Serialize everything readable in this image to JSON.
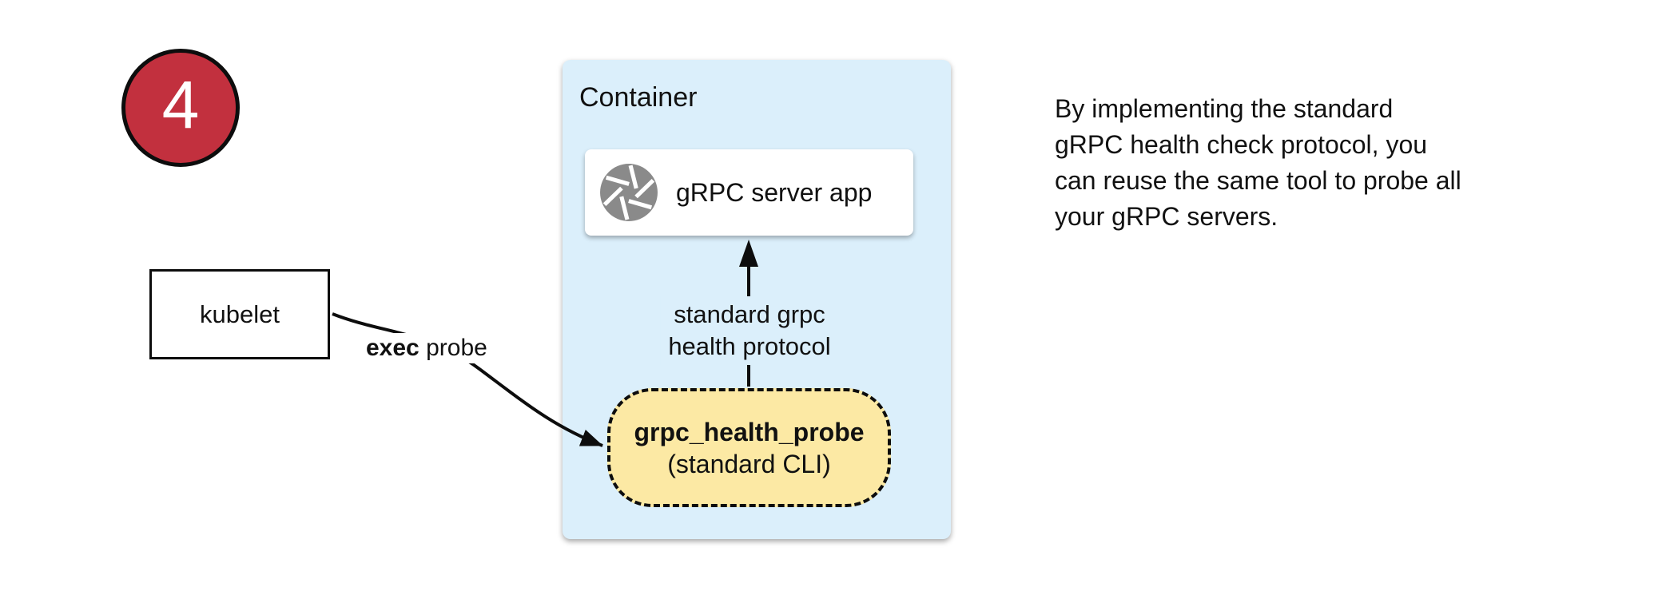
{
  "badge": {
    "number": "4",
    "color": "#C2303E"
  },
  "kubelet_box": {
    "label": "kubelet"
  },
  "exec_probe_label": {
    "bold_part": "exec",
    "normal_part": " probe"
  },
  "container": {
    "title": "Container",
    "bg_color": "#DBEFFB",
    "server_box": {
      "label": "gRPC server app",
      "icon": "aperture-icon",
      "icon_color": "#8A8A8A"
    },
    "protocol_arrow_label": {
      "line1": "standard grpc",
      "line2": "health protocol"
    },
    "probe_pill": {
      "name": "grpc_health_probe",
      "subtitle": "(standard CLI)",
      "bg_color": "#FCE9A4"
    }
  },
  "note": {
    "lines": [
      "By implementing the standard",
      "gRPC health check protocol, you",
      "can reuse the same tool to probe all",
      "your gRPC servers."
    ]
  }
}
